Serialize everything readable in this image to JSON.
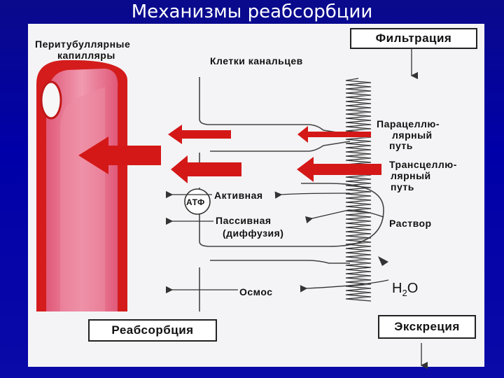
{
  "slide": {
    "title": "Механизмы реабсорбции"
  },
  "diagram": {
    "capillaries_label_1": "Перитубуллярные",
    "capillaries_label_2": "капилляры",
    "tubule_cells_label": "Клетки канальцев",
    "filtration_label": "Фильтрация",
    "paracellular_1": "Парацеллю-",
    "paracellular_2": "лярный",
    "paracellular_3": "путь",
    "transcellular_1": "Трансцеллю-",
    "transcellular_2": "лярный",
    "transcellular_3": "путь",
    "atp_label": "АТФ",
    "active_label": "Активная",
    "passive_label_1": "Пассивная",
    "passive_label_2": "(диффузия)",
    "solution_label": "Раствор",
    "osmosis_label": "Осмос",
    "water_label": "H",
    "water_sub": "2",
    "water_tail": "O",
    "reabsorption_label": "Реабсорбция",
    "excretion_label": "Экскреция"
  },
  "colors": {
    "background": "#0000a8",
    "panel": "#f4f4f6",
    "vessel_red": "#d82020",
    "vessel_pink": "#e8708c",
    "arrow_red": "#d41818"
  }
}
